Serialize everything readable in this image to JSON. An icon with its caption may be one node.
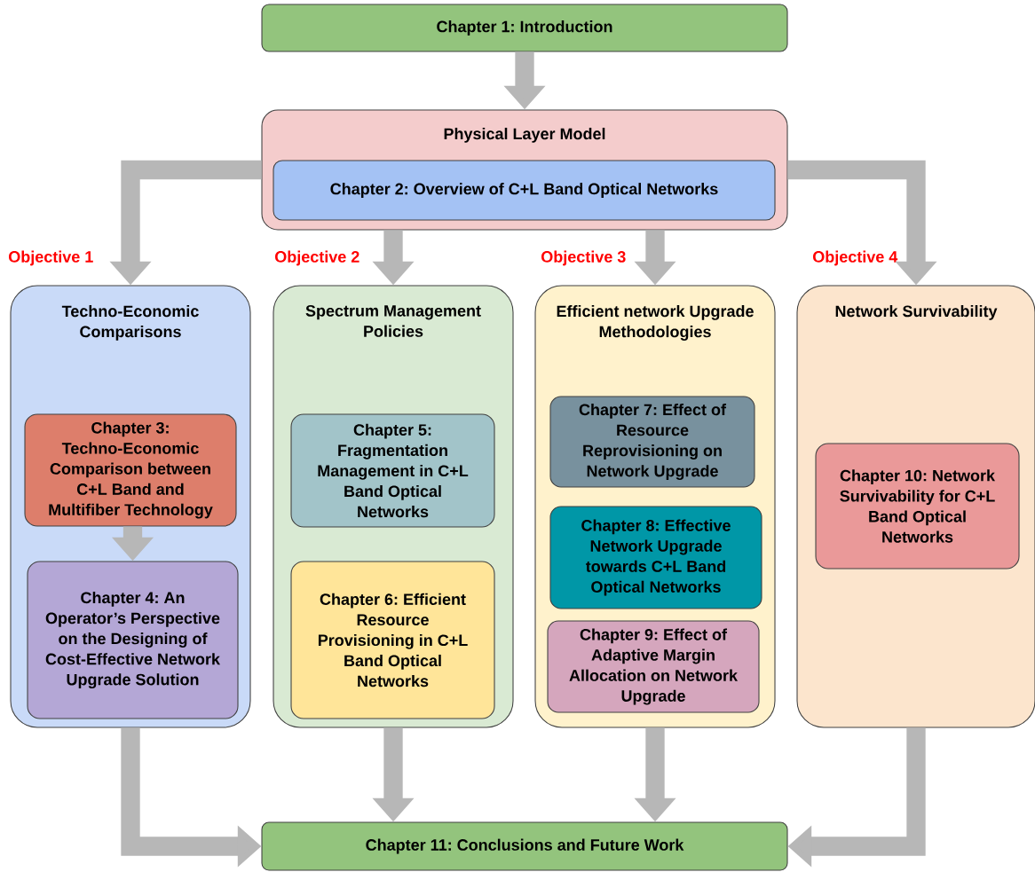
{
  "diagram": {
    "nodes": [
      {
        "text": [
          "Chapter 1: Introduction"
        ]
      },
      {
        "text": [
          "Physical Layer Model"
        ]
      },
      {
        "text": [
          "Chapter 2: Overview of C+L Band Optical Networks"
        ],
        "in": 1
      },
      {
        "text": [
          "Techno-Economic Comparisons"
        ],
        "beside": [
          "Objective 1"
        ]
      },
      {
        "text": [
          "Chapter 3: Techno-Economic Comparison between C+L Band and Multifiber Technology"
        ],
        "in": 3
      },
      {
        "text": [
          "Chapter 4: An Operator’s Perspective on the Designing of Cost-Effective Network Upgrade Solution"
        ],
        "in": 3
      },
      {
        "text": [
          "Spectrum Management Policies"
        ],
        "beside": [
          "Objective 2"
        ]
      },
      {
        "text": [
          "Chapter 5: Fragmentation Management in C+L Band Optical Networks"
        ],
        "in": 6
      },
      {
        "text": [
          "Chapter 6: Efficient Resource Provisioning in C+L Band Optical Networks"
        ],
        "in": 6
      },
      {
        "text": [
          "Efficient network Upgrade Methodologies"
        ],
        "beside": [
          "Objective 3"
        ]
      },
      {
        "text": [
          "Chapter 7: Effect of Resource Reprovisioning on Network Upgrade"
        ],
        "in": 9
      },
      {
        "text": [
          "Chapter 8: Effective Network Upgrade towards C+L Band Optical Networks"
        ],
        "in": 9
      },
      {
        "text": [
          "Chapter 9: Effect of Adaptive Margin Allocation on Network Upgrade"
        ],
        "in": 9
      },
      {
        "text": [
          "Network Survivability"
        ],
        "beside": [
          "Objective 4"
        ]
      },
      {
        "text": [
          "Chapter 10: Network Survivability for C+L Band Optical Networks"
        ],
        "in": 13
      },
      {
        "text": [
          "Chapter 11: Conclusions and Future Work"
        ]
      }
    ],
    "edges": [
      {
        "from": 0,
        "to": 1,
        "arrow": "to"
      },
      {
        "from": 1,
        "to": 3,
        "arrow": "to"
      },
      {
        "from": 1,
        "to": 6,
        "arrow": "to"
      },
      {
        "from": 1,
        "to": 9,
        "arrow": "to"
      },
      {
        "from": 1,
        "to": 13,
        "arrow": "to"
      },
      {
        "from": 4,
        "to": 5,
        "arrow": "to"
      },
      {
        "from": 3,
        "to": 15,
        "arrow": "to"
      },
      {
        "from": 6,
        "to": 15,
        "arrow": "to"
      },
      {
        "from": 9,
        "to": 15,
        "arrow": "to"
      },
      {
        "from": 13,
        "to": 15,
        "arrow": "to"
      }
    ]
  }
}
